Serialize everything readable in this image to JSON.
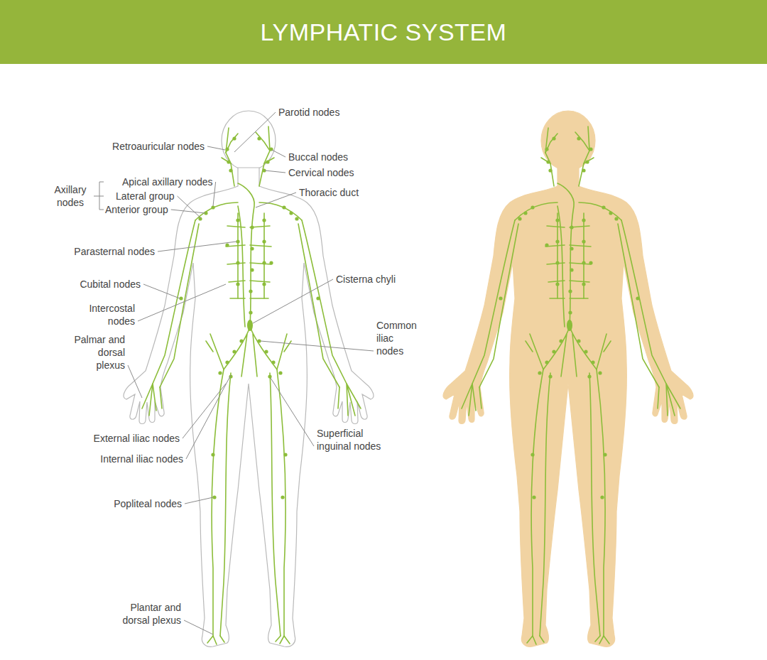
{
  "diagram": {
    "title": "LYMPHATIC SYSTEM",
    "labels": [
      "Parotid nodes",
      "Retroauricular nodes",
      "Buccal nodes",
      "Cervical nodes",
      "Axillary nodes",
      "Apical axillary nodes",
      "Lateral group",
      "Anterior group",
      "Thoracic duct",
      "Parasternal nodes",
      "Cisterna chyli",
      "Cubital nodes",
      "Intercostal nodes",
      "Common iliac nodes",
      "Palmar and dorsal plexus",
      "External iliac nodes",
      "Superficial inguinal nodes",
      "Internal iliac nodes",
      "Popliteal nodes",
      "Plantar and dorsal plexus"
    ]
  }
}
